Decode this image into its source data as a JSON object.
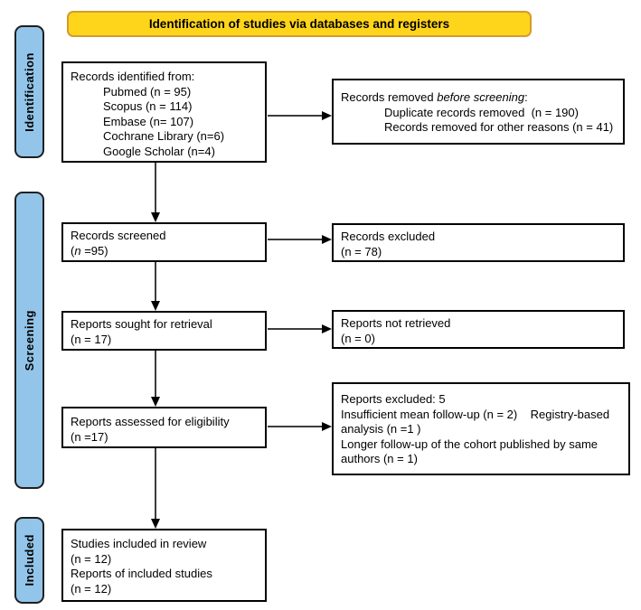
{
  "banner": {
    "label": "Identification of studies via databases and registers"
  },
  "colors": {
    "banner_fill": "#FFD51C",
    "banner_border": "#D39C2D",
    "stage_fill": "#92C5E9",
    "box_border": "#000000",
    "arrow_line": "#3c3c3c",
    "arrow_head": "#000000"
  },
  "stages": [
    {
      "label": "Identification"
    },
    {
      "label": "Screening"
    },
    {
      "label": "Included"
    }
  ],
  "boxes": {
    "records_identified": {
      "lines": [
        {
          "indent": false,
          "segments": [
            {
              "t": "Records identified from:"
            }
          ]
        },
        {
          "indent": true,
          "segments": [
            {
              "t": "Pubmed (n = 95)"
            }
          ]
        },
        {
          "indent": true,
          "segments": [
            {
              "t": "Scopus (n = 114)"
            }
          ]
        },
        {
          "indent": true,
          "segments": [
            {
              "t": "Embase (n= 107)"
            }
          ]
        },
        {
          "indent": true,
          "segments": [
            {
              "t": "Cochrane Library (n=6)"
            }
          ]
        },
        {
          "indent": true,
          "segments": [
            {
              "t": "Google Scholar (n=4)"
            }
          ]
        }
      ]
    },
    "records_removed": {
      "lines": [
        {
          "indent": false,
          "segments": [
            {
              "t": "Records removed "
            },
            {
              "t": "before screening",
              "em": true
            },
            {
              "t": ":"
            }
          ]
        },
        {
          "indent": true,
          "segments": [
            {
              "t": "Duplicate records removed  (n = 190)"
            }
          ]
        },
        {
          "indent": true,
          "segments": [
            {
              "t": "Records removed for other reasons (n = 41)"
            }
          ]
        }
      ]
    },
    "records_screened": {
      "lines": [
        {
          "indent": false,
          "segments": [
            {
              "t": "Records screened"
            }
          ]
        },
        {
          "indent": false,
          "segments": [
            {
              "t": "("
            },
            {
              "t": "n",
              "em": true
            },
            {
              "t": " =95)"
            }
          ]
        }
      ]
    },
    "records_excluded": {
      "lines": [
        {
          "indent": false,
          "segments": [
            {
              "t": "Records excluded"
            }
          ]
        },
        {
          "indent": false,
          "segments": [
            {
              "t": "(n = 78)"
            }
          ]
        }
      ]
    },
    "reports_sought": {
      "lines": [
        {
          "indent": false,
          "segments": [
            {
              "t": "Reports sought for retrieval"
            }
          ]
        },
        {
          "indent": false,
          "segments": [
            {
              "t": "(n = 17)"
            }
          ]
        }
      ]
    },
    "reports_not_retrieved": {
      "lines": [
        {
          "indent": false,
          "segments": [
            {
              "t": "Reports not retrieved"
            }
          ]
        },
        {
          "indent": false,
          "segments": [
            {
              "t": "(n = 0)"
            }
          ]
        }
      ]
    },
    "reports_assessed": {
      "lines": [
        {
          "indent": false,
          "segments": [
            {
              "t": "Reports assessed for eligibility"
            }
          ]
        },
        {
          "indent": false,
          "segments": [
            {
              "t": "(n =17)"
            }
          ]
        }
      ]
    },
    "reports_excluded_eligibility": {
      "lines": [
        {
          "indent": false,
          "segments": [
            {
              "t": "Reports excluded: 5"
            }
          ]
        },
        {
          "indent": false,
          "segments": [
            {
              "t": "Insufficient mean follow-up (n = 2)    Registry-based"
            }
          ]
        },
        {
          "indent": false,
          "segments": [
            {
              "t": "analysis (n =1 )"
            }
          ]
        },
        {
          "indent": false,
          "segments": [
            {
              "t": "Longer follow-up of the cohort published by same"
            }
          ]
        },
        {
          "indent": false,
          "segments": [
            {
              "t": "authors (n = 1)"
            }
          ]
        }
      ]
    },
    "studies_included": {
      "lines": [
        {
          "indent": false,
          "segments": [
            {
              "t": "Studies included in review"
            }
          ]
        },
        {
          "indent": false,
          "segments": [
            {
              "t": "(n = 12)"
            }
          ]
        },
        {
          "indent": false,
          "segments": [
            {
              "t": "Reports of included studies"
            }
          ]
        },
        {
          "indent": false,
          "segments": [
            {
              "t": "(n = 12)"
            }
          ]
        }
      ]
    }
  }
}
